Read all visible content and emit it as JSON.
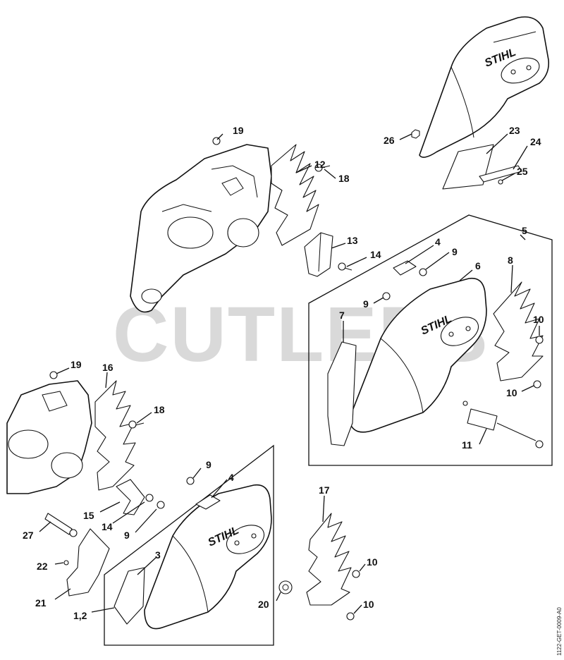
{
  "watermark": "CUTLERS",
  "brand": "STIHL",
  "document_id": "1122-GET-0009-A0",
  "callouts": {
    "c19a": "19",
    "c12": "12",
    "c18a": "18",
    "c13": "13",
    "c14a": "14",
    "c26": "26",
    "c23": "23",
    "c24": "24",
    "c25": "25",
    "c5": "5",
    "c4a": "4",
    "c9a": "9",
    "c6": "6",
    "c8": "8",
    "c9b": "9",
    "c7": "7",
    "c10a": "10",
    "c10b": "10",
    "c11": "11",
    "c19b": "19",
    "c16": "16",
    "c18b": "18",
    "c9c": "9",
    "c4b": "4",
    "c15": "15",
    "c14b": "14",
    "c9d": "9",
    "c27": "27",
    "c3": "3",
    "c17": "17",
    "c22": "22",
    "c10c": "10",
    "c21": "21",
    "c20": "20",
    "c10d": "10",
    "c12b": "1,2"
  }
}
